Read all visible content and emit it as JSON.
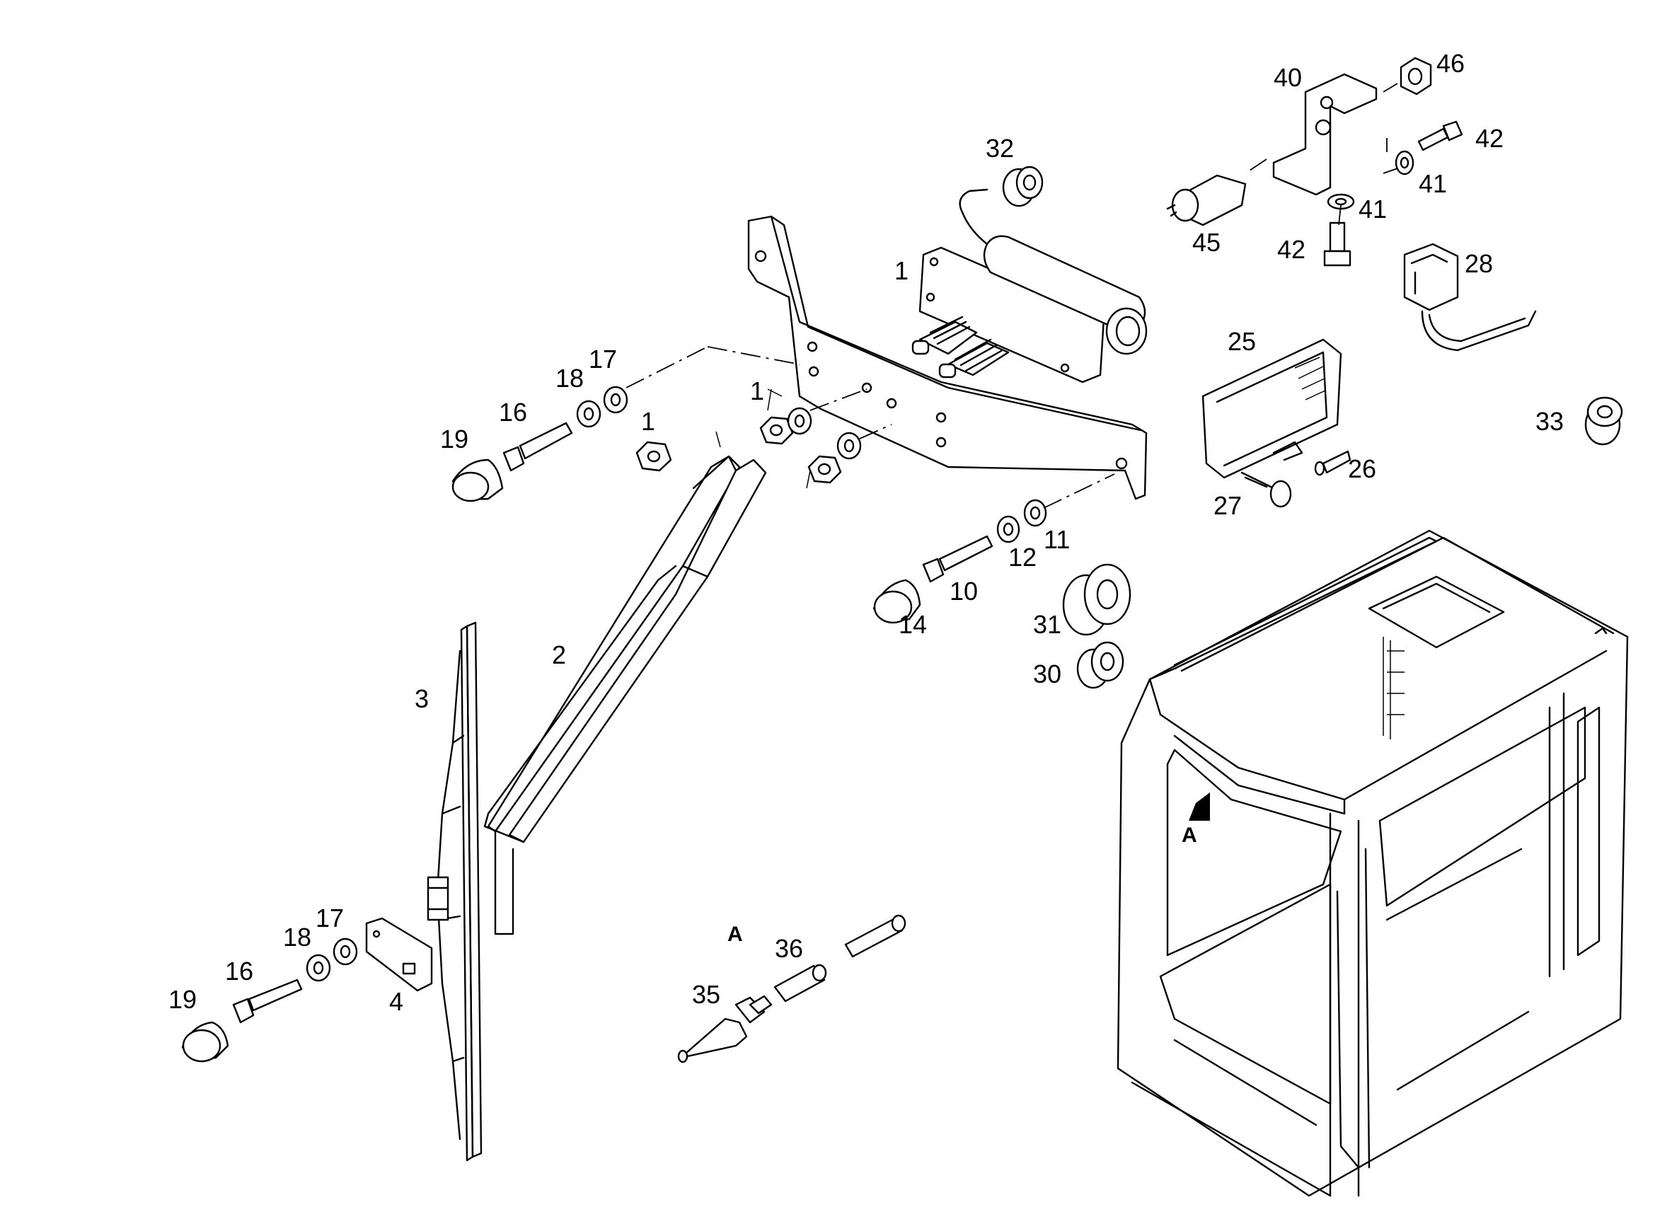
{
  "callouts": {
    "c1a": "1",
    "c1b": "1",
    "c1c": "1",
    "c2": "2",
    "c3": "3",
    "c4": "4",
    "c10": "10",
    "c11": "11",
    "c12": "12",
    "c14": "14",
    "c16a": "16",
    "c16b": "16",
    "c17a": "17",
    "c17b": "17",
    "c18a": "18",
    "c18b": "18",
    "c19a": "19",
    "c19b": "19",
    "c25": "25",
    "c26": "26",
    "c27": "27",
    "c28": "28",
    "c30": "30",
    "c31": "31",
    "c32": "32",
    "c33": "33",
    "c35": "35",
    "c36": "36",
    "c40": "40",
    "c41a": "41",
    "c41b": "41",
    "c42a": "42",
    "c42b": "42",
    "c45": "45",
    "c46": "46"
  },
  "detail": {
    "view_label": "A",
    "cab_marker": "A"
  },
  "colors": {
    "line": "#000000",
    "background": "#ffffff"
  }
}
